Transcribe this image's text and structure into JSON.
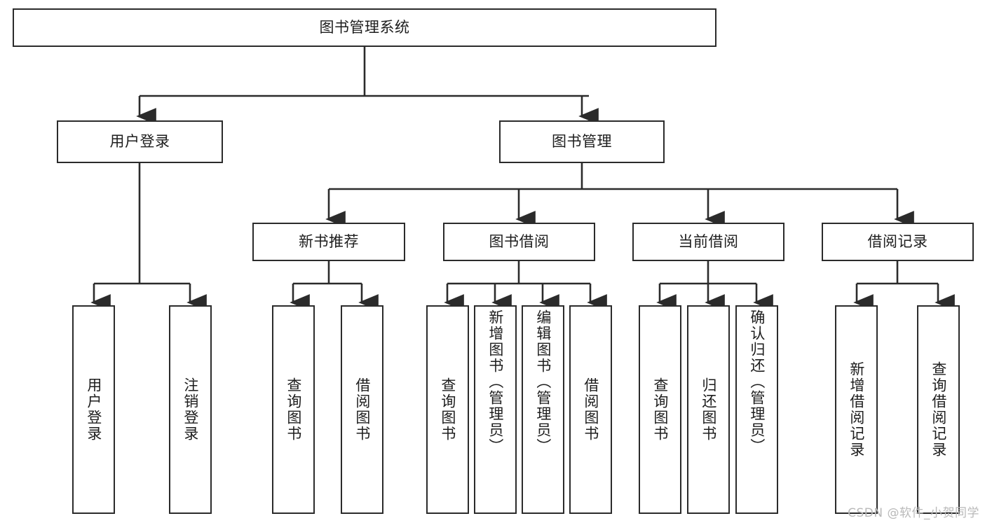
{
  "diagram": {
    "title": "图书管理系统",
    "type": "tree-hierarchy",
    "root": {
      "id": "root",
      "label": "图书管理系统"
    },
    "level2": [
      {
        "id": "user-login",
        "label": "用户登录"
      },
      {
        "id": "book-manage",
        "label": "图书管理"
      }
    ],
    "level3": [
      {
        "id": "new-book-recommend",
        "label": "新书推荐",
        "parent": "book-manage"
      },
      {
        "id": "book-borrow",
        "label": "图书借阅",
        "parent": "book-manage"
      },
      {
        "id": "current-borrow",
        "label": "当前借阅",
        "parent": "book-manage"
      },
      {
        "id": "borrow-record",
        "label": "借阅记录",
        "parent": "book-manage"
      }
    ],
    "leaves": [
      {
        "id": "leaf-user-login",
        "label": "用户登录",
        "parent": "user-login"
      },
      {
        "id": "leaf-user-logout",
        "label": "注销登录",
        "parent": "user-login"
      },
      {
        "id": "leaf-query-book-1",
        "label": "查询图书",
        "parent": "new-book-recommend"
      },
      {
        "id": "leaf-borrow-book-1",
        "label": "借阅图书",
        "parent": "new-book-recommend"
      },
      {
        "id": "leaf-query-book-2",
        "label": "查询图书",
        "parent": "book-borrow"
      },
      {
        "id": "leaf-add-book",
        "label": "新增图书（管理员）",
        "parent": "book-borrow"
      },
      {
        "id": "leaf-edit-book",
        "label": "编辑图书（管理员）",
        "parent": "book-borrow"
      },
      {
        "id": "leaf-borrow-book-2",
        "label": "借阅图书",
        "parent": "book-borrow"
      },
      {
        "id": "leaf-query-book-3",
        "label": "查询图书",
        "parent": "current-borrow"
      },
      {
        "id": "leaf-return-book",
        "label": "归还图书",
        "parent": "current-borrow"
      },
      {
        "id": "leaf-confirm-return",
        "label": "确认归还（管理员）",
        "parent": "current-borrow"
      },
      {
        "id": "leaf-add-record",
        "label": "新增借阅记录",
        "parent": "borrow-record"
      },
      {
        "id": "leaf-query-record",
        "label": "查询借阅记录",
        "parent": "borrow-record"
      }
    ],
    "colors": {
      "stroke": "#2b2b2b",
      "text": "#1d1d1d",
      "background": "#ffffff",
      "watermark": "#b9b9b9"
    }
  },
  "watermark": {
    "text": "CSDN @软件_小贺同学"
  }
}
